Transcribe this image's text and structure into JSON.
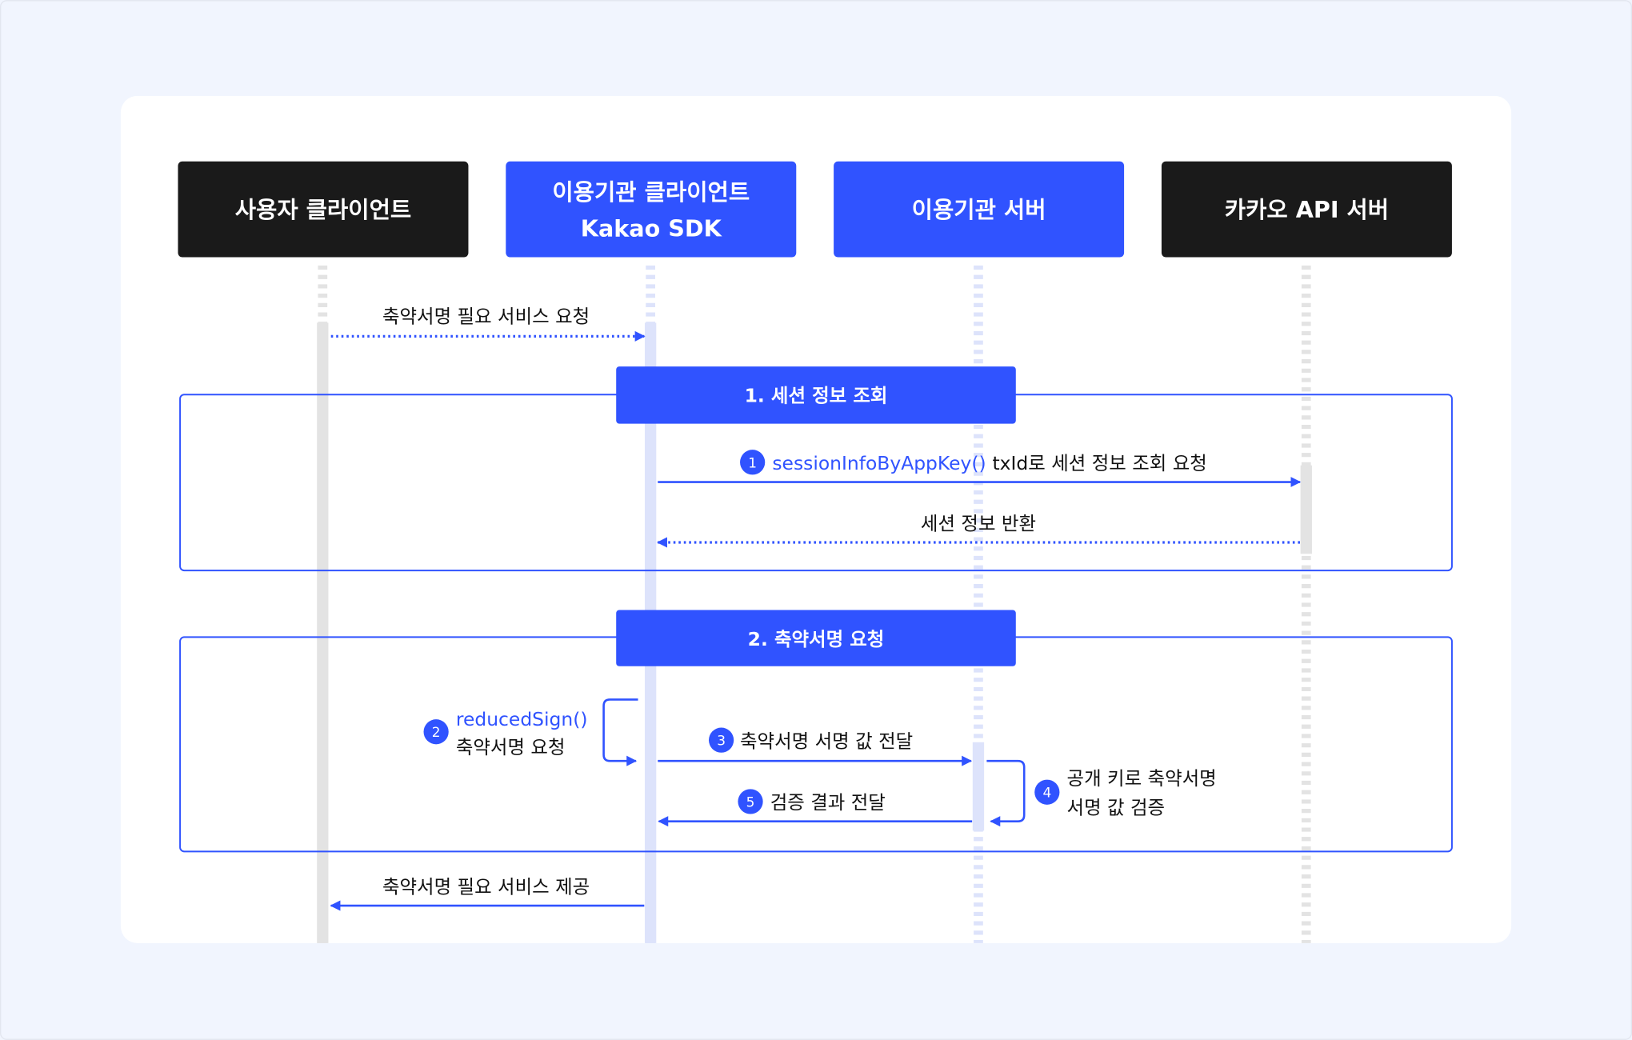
{
  "colors": {
    "accent": "#3053ff",
    "dark": "#1a1a1a",
    "bg": "#f1f5fe",
    "activation_sdk": "#dde3fb",
    "activation_gray": "#e3e3e3"
  },
  "participants": [
    {
      "label": "사용자 클라이언트"
    },
    {
      "label_line1": "이용기관 클라이언트",
      "label_line2": "Kakao SDK"
    },
    {
      "label": "이용기관 서버"
    },
    {
      "label": "카카오 API 서버"
    }
  ],
  "messages": {
    "request_service": "축약서명 필요 서비스 요청",
    "provide_service": "축약서명 필요 서비스 제공"
  },
  "groups": [
    {
      "title": "1. 세션 정보 조회",
      "steps": [
        {
          "num": "1",
          "method": "sessionInfoByAppKey()",
          "text": "txId로 세션 정보 조회 요청"
        },
        {
          "text": "세션 정보 반환"
        }
      ]
    },
    {
      "title": "2. 축약서명 요청",
      "steps": [
        {
          "num": "2",
          "method": "reducedSign()",
          "text": "축약서명 요청"
        },
        {
          "num": "3",
          "text": "축약서명 서명 값 전달"
        },
        {
          "num": "4",
          "line1": "공개 키로 축약서명",
          "line2": "서명 값 검증"
        },
        {
          "num": "5",
          "text": "검증 결과 전달"
        }
      ]
    }
  ]
}
